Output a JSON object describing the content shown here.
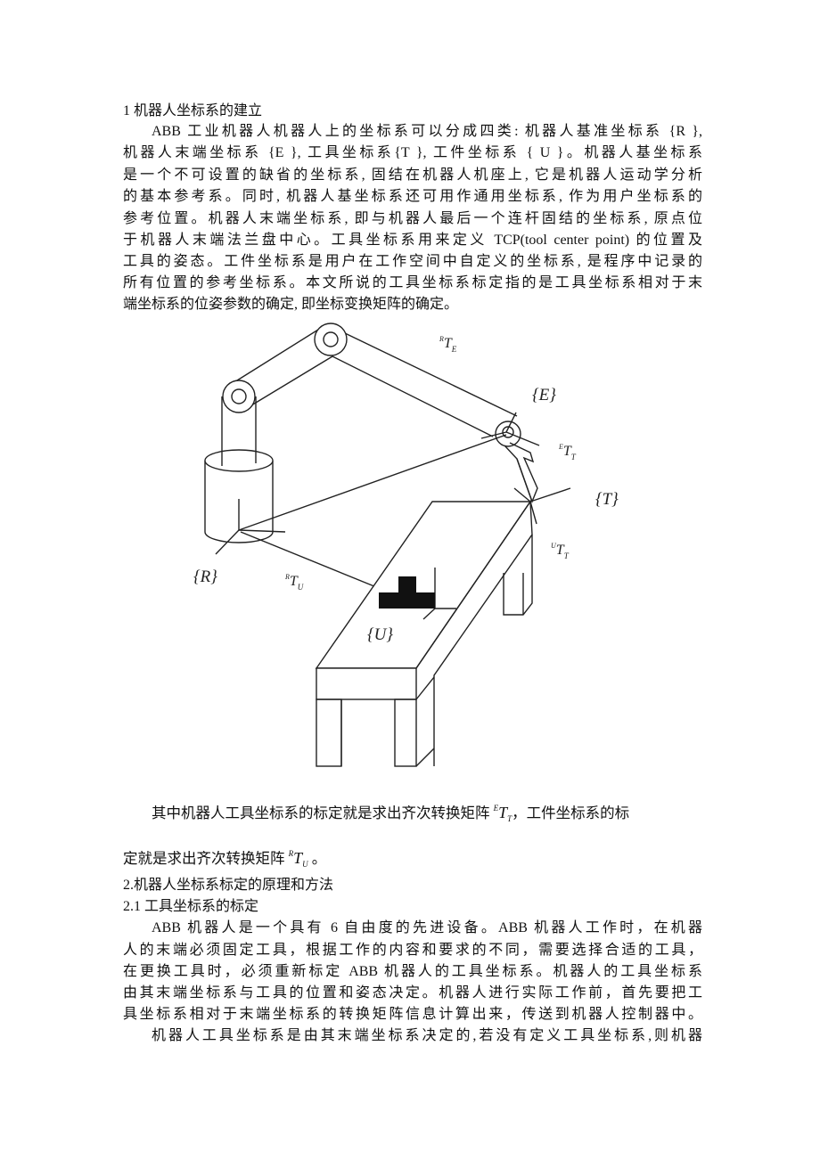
{
  "section1": {
    "heading": "1  机器人坐标系的建立",
    "lines": [
      "ABB 工业机器人机器人上的坐标系可以分成四类: 机器人基准坐标系 {R },",
      "机器人末端坐标系 {E }, 工具坐标系{T }, 工件坐标系 { U }。机器人基坐标系",
      "是一个不可设置的缺省的坐标系, 固结在机器人机座上, 它是机器人运动学分析",
      "的基本参考系。同时, 机器人基坐标系还可用作通用坐标系, 作为用户坐标系的",
      "参考位置。机器人末端坐标系, 即与机器人最后一个连杆固结的坐标系, 原点位",
      "于机器人末端法兰盘中心。工具坐标系用来定义 TCP(tool center point) 的位置及",
      "工具的姿态。工件坐标系是用户在工作空间中自定义的坐标系, 是程序中记录的",
      "所有位置的参考坐标系。本文所说的工具坐标系标定指的是工具坐标系相对于末",
      "端坐标系的位姿参数的确定, 即坐标变换矩阵的确定。"
    ]
  },
  "figure": {
    "labels": {
      "RTE": {
        "sup": "R",
        "main": "T",
        "sub": "E"
      },
      "E": "{E}",
      "ETT": {
        "sup": "E",
        "main": "T",
        "sub": "T"
      },
      "T": "{T}",
      "UTT": {
        "sup": "U",
        "main": "T",
        "sub": "T"
      },
      "R": "{R}",
      "RTU": {
        "sup": "R",
        "main": "T",
        "sub": "U"
      },
      "U": "{U}"
    }
  },
  "after_figure": {
    "line1_pre": "其中机器人工具坐标系的标定就是求出齐次转换矩阵",
    "line1_math": {
      "sup": "E",
      "main": "T",
      "sub": "T"
    },
    "line1_post": "，工件坐标系的标",
    "line2_pre": "定就是求出齐次转换矩阵",
    "line2_math": {
      "sup": "R",
      "main": "T",
      "sub": "U"
    },
    "line2_post": "。"
  },
  "section2": {
    "heading": "2.机器人坐标系标定的原理和方法",
    "subheading": "2.1 工具坐标系的标定",
    "lines": [
      "ABB 机器人是一个具有 6 自由度的先进设备。ABB 机器人工作时，在机器",
      "人的末端必须固定工具，根据工作的内容和要求的不同，需要选择合适的工具，",
      "在更换工具时，必须重新标定 ABB 机器人的工具坐标系。机器人的工具坐标系",
      "由其末端坐标系与工具的位置和姿态决定。机器人进行实际工作前，首先要把工",
      "具坐标系相对于末端坐标系的转换矩阵信息计算出来，传送到机器人控制器中。",
      "机器人工具坐标系是由其末端坐标系决定的,若没有定义工具坐标系,则机器"
    ]
  }
}
